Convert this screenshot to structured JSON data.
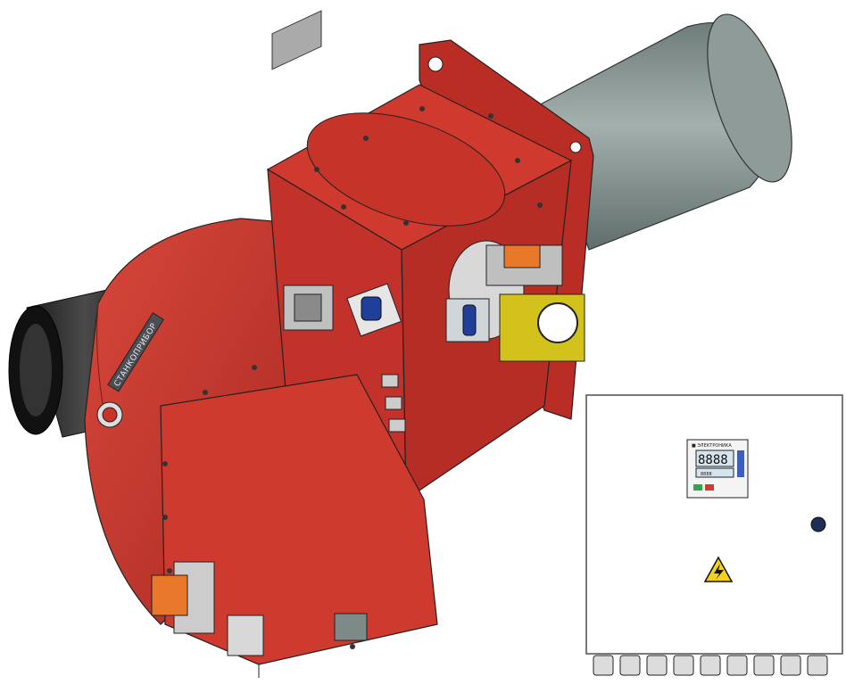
{
  "burner": {
    "brand_plate": "СТАНКОПРИБОР",
    "colors": {
      "housing": "#c8332a",
      "housing_dark": "#9e2720",
      "housing_light": "#d94a3e",
      "blast_tube": "#8c9a98",
      "air_intake": "#2e2e2e",
      "gas_fitting": "#c9b81c",
      "actuator": "#e8782a"
    }
  },
  "control_cabinet": {
    "controller_brand": "■ ЭЛЕКТРОНИКА",
    "display_value": "8888",
    "display_secondary": "8888",
    "warning_icon": "high-voltage-warning-icon",
    "cable_gland_count": 9
  }
}
